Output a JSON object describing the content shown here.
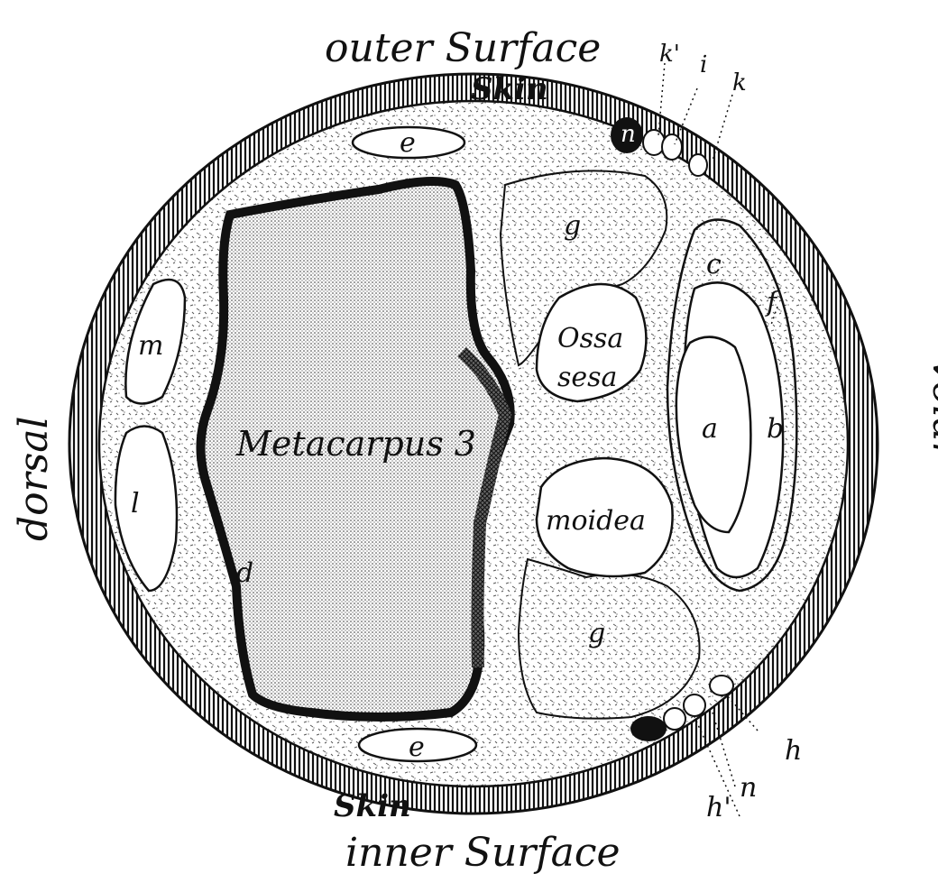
{
  "labels": {
    "outer_surface": "outer Surface",
    "inner_surface": "inner Surface",
    "dorsal": "dorsal",
    "volar": "volar",
    "skin_top": "Skin",
    "skin_bottom": "Skin",
    "metacarpus": "Metacarpus 3",
    "ossa": "Ossa",
    "sesa": "sesa",
    "moidea": "moidea",
    "a": "a",
    "b": "b",
    "c": "c",
    "d": "d",
    "e_top": "e",
    "e_bottom": "e",
    "f": "f",
    "g_top": "g",
    "g_bottom": "g",
    "h": "h",
    "h_prime": "h'",
    "i": "i",
    "k": "k",
    "k_prime": "k'",
    "l": "l",
    "m": "m",
    "n_top": "n",
    "n_bottom": "n"
  },
  "colors": {
    "ink": "#111111",
    "paper": "#ffffff",
    "bone_fill": "#d9d9d9",
    "tissue": "#8a8a8a"
  }
}
